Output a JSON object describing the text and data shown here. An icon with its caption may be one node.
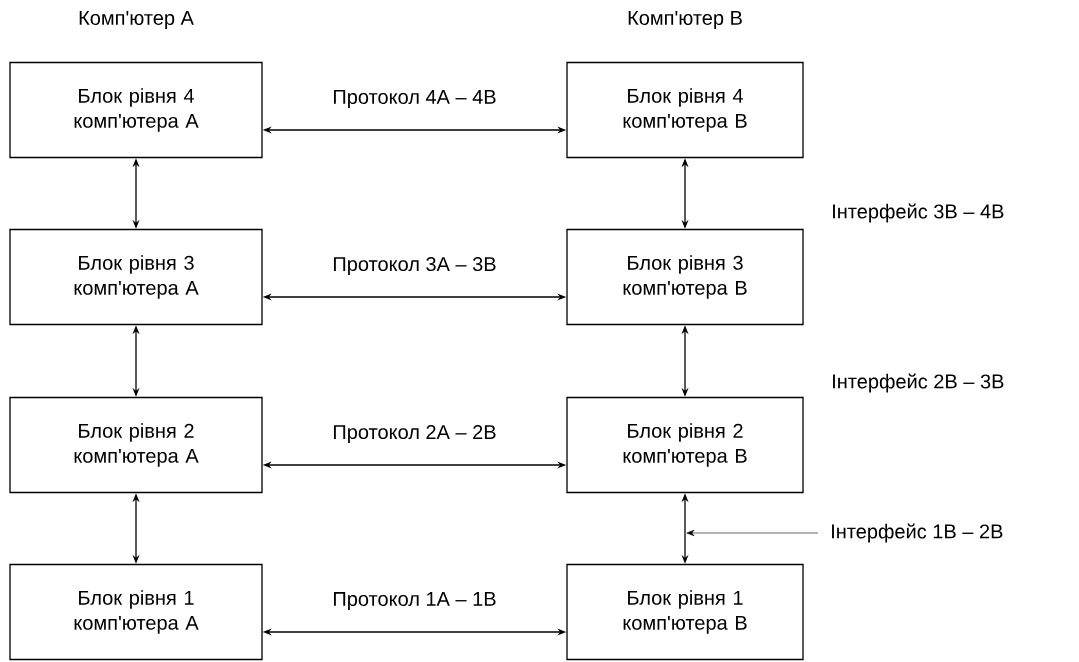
{
  "diagram": {
    "nodes": [
      {
        "text": [
          "Блок рівня 4 комп'ютера А"
        ]
      },
      {
        "text": [
          "Блок рівня 4 комп'ютера В"
        ]
      },
      {
        "text": [
          "Блок рівня 3 комп'ютера А"
        ]
      },
      {
        "text": [
          "Блок рівня 3 комп'ютера В"
        ]
      },
      {
        "text": [
          "Блок рівня 2 комп'ютера А"
        ]
      },
      {
        "text": [
          "Блок рівня 2 комп'ютера В"
        ]
      },
      {
        "text": [
          "Інтерфейс 1В – 2В"
        ]
      },
      {
        "text": [
          "Блок рівня 1 комп'ютера А"
        ]
      },
      {
        "text": [
          "Блок рівня 1 комп'ютера В"
        ]
      }
    ],
    "edges": [
      {
        "from": 0,
        "to": 1,
        "arrow": "both",
        "label": "Протокол 4А – 4В"
      },
      {
        "from": 0,
        "to": 2,
        "arrow": "both"
      },
      {
        "from": 1,
        "to": 3,
        "arrow": "both"
      },
      {
        "from": 2,
        "to": 3,
        "arrow": "both",
        "label": "Протокол 3А – 3В"
      },
      {
        "from": 2,
        "to": 4,
        "arrow": "both"
      },
      {
        "from": 3,
        "to": 5,
        "arrow": "both"
      },
      {
        "from": 4,
        "to": 5,
        "arrow": "both",
        "label": "Протокол 2А – 2В"
      },
      {
        "from": 6,
        "to": null,
        "arrow": "to"
      },
      {
        "from": 4,
        "to": 7,
        "arrow": "both"
      },
      {
        "from": 5,
        "to": 8,
        "arrow": "both"
      },
      {
        "from": 7,
        "to": 8,
        "arrow": "both",
        "label": "Протокол 1А – 1В"
      }
    ],
    "labels": [
      "Комп'ютер А",
      "Комп'ютер В",
      "Інтерфейс 3В – 4В",
      "Інтерфейс 2В – 3В"
    ]
  }
}
